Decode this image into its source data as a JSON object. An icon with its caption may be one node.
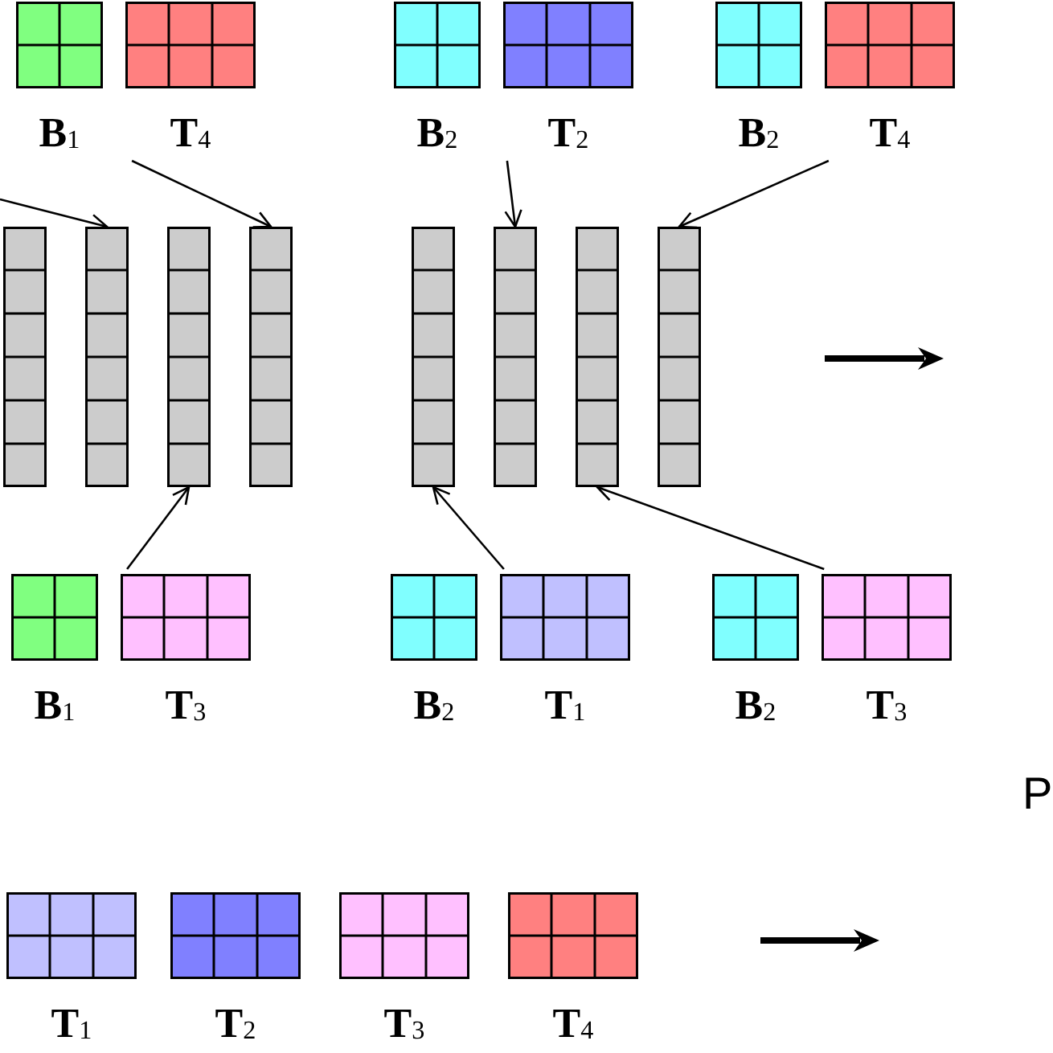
{
  "diagram": {
    "nodes": [
      {
        "text": [
          "**B**$_{1}$"
        ]
      },
      {
        "text": [
          "**T**$_{4}$"
        ]
      },
      {
        "text": [
          "**B**$_{2}$"
        ]
      },
      {
        "text": [
          "**T**$_{2}$"
        ]
      },
      {
        "text": [
          "**B**$_{2}$"
        ]
      },
      {
        "text": [
          "**T**$_{4}$"
        ]
      },
      {
        "text": [],
        "shape": "bar"
      },
      {
        "text": [],
        "shape": "bar"
      },
      {
        "text": [],
        "shape": "bar"
      },
      {
        "text": [],
        "shape": "bar"
      },
      {
        "text": [],
        "shape": "bar"
      },
      {
        "text": [],
        "shape": "bar"
      },
      {
        "text": [],
        "shape": "bar"
      },
      {
        "text": [],
        "shape": "bar"
      },
      {
        "text": [
          "**B**$_{1}$"
        ]
      },
      {
        "text": [
          "**T**$_{3}$"
        ]
      },
      {
        "text": [
          "**B**$_{2}$"
        ]
      },
      {
        "text": [
          "**T**$_{1}$"
        ]
      },
      {
        "text": [
          "**B**$_{2}$"
        ]
      },
      {
        "text": [
          "**T**$_{3}$"
        ]
      },
      {
        "text": [
          "**T**$_{1}$"
        ]
      },
      {
        "text": [
          "**T**$_{2}$"
        ]
      },
      {
        "text": [
          "**T**$_{3}$"
        ]
      },
      {
        "text": [
          "**T**$_{4}$"
        ]
      }
    ],
    "edges": [
      {
        "from": null,
        "to": 7,
        "arrow": "to"
      },
      {
        "from": 1,
        "to": 9,
        "arrow": "to"
      },
      {
        "from": 3,
        "to": 11,
        "arrow": "to"
      },
      {
        "from": 5,
        "to": 13,
        "arrow": "to"
      },
      {
        "from": 15,
        "to": 8,
        "arrow": "to"
      },
      {
        "from": 17,
        "to": 10,
        "arrow": "to"
      },
      {
        "from": 19,
        "to": 12,
        "arrow": "to"
      }
    ],
    "labels": [
      "P"
    ]
  }
}
